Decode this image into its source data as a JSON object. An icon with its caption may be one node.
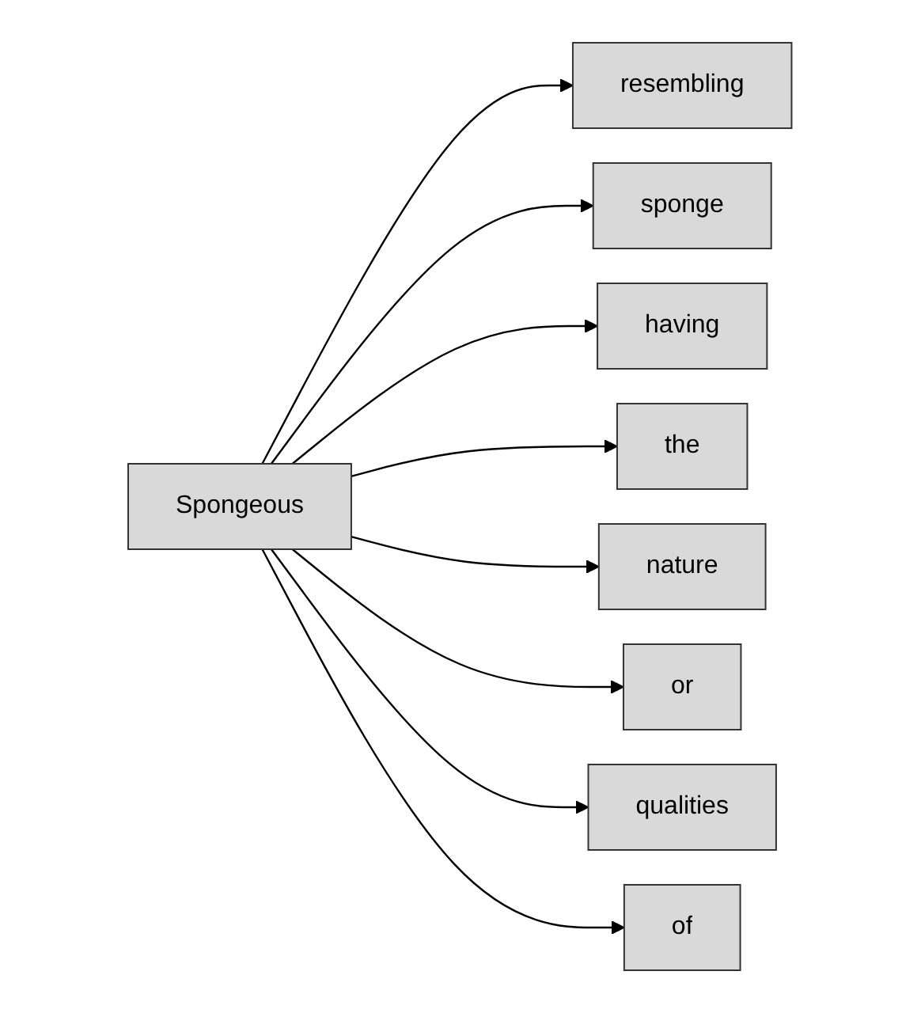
{
  "diagram": {
    "nodes": [
      {
        "text": [
          "Spongeous"
        ]
      },
      {
        "text": [
          "resembling"
        ]
      },
      {
        "text": [
          "sponge"
        ]
      },
      {
        "text": [
          "having"
        ]
      },
      {
        "text": [
          "the"
        ]
      },
      {
        "text": [
          "nature"
        ]
      },
      {
        "text": [
          "or"
        ]
      },
      {
        "text": [
          "qualities"
        ]
      },
      {
        "text": [
          "of"
        ]
      }
    ],
    "edges": [
      {
        "from": 0,
        "to": 1,
        "arrow": "to"
      },
      {
        "from": 0,
        "to": 2,
        "arrow": "to"
      },
      {
        "from": 0,
        "to": 3,
        "arrow": "to"
      },
      {
        "from": 0,
        "to": 4,
        "arrow": "to"
      },
      {
        "from": 0,
        "to": 5,
        "arrow": "to"
      },
      {
        "from": 0,
        "to": 6,
        "arrow": "to"
      },
      {
        "from": 0,
        "to": 7,
        "arrow": "to"
      },
      {
        "from": 0,
        "to": 8,
        "arrow": "to"
      }
    ]
  }
}
